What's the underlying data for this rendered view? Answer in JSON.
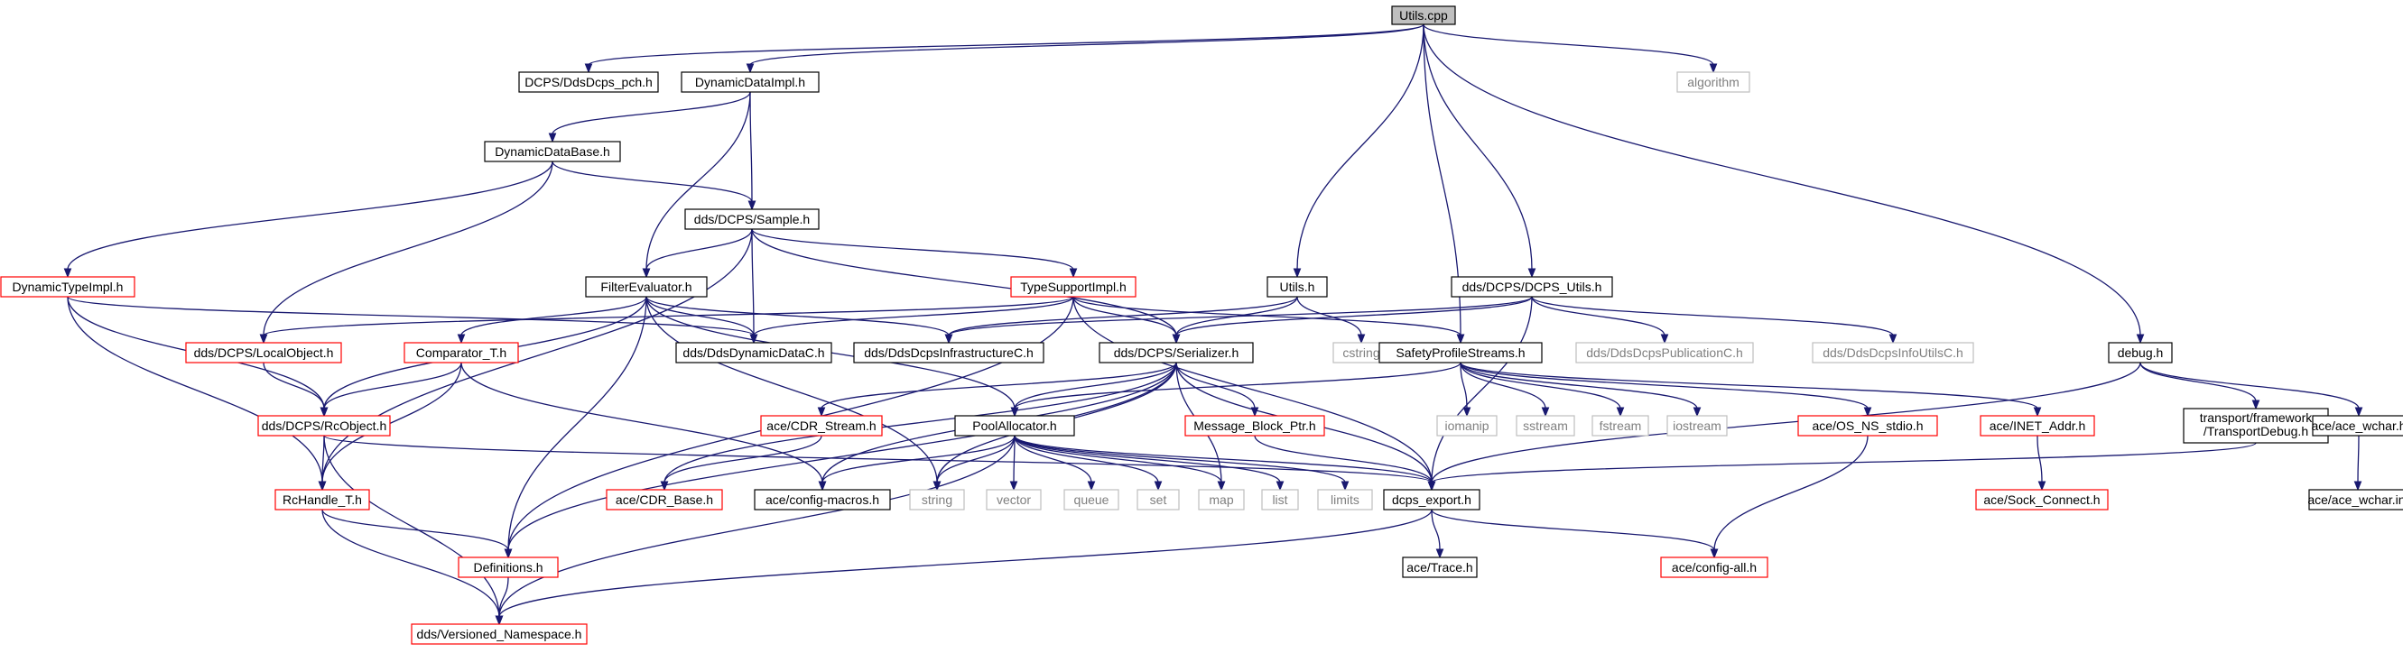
{
  "colors": {
    "edge": "#191970",
    "normal_border": "#000000",
    "incomplete_border": "#ff0000",
    "external_border": "#bfbfbf",
    "root_fill": "#bfbfbf",
    "external_text": "#7f7f7f"
  },
  "nodes": {
    "utils_cpp": "Utils.cpp",
    "ddsdcps_pch": "DCPS/DdsDcps_pch.h",
    "dynamicdataimpl": "DynamicDataImpl.h",
    "algorithm": "algorithm",
    "dynamicdatabase": "DynamicDataBase.h",
    "sample": "dds/DCPS/Sample.h",
    "dynamictypeimpl": "DynamicTypeImpl.h",
    "filterevaluator": "FilterEvaluator.h",
    "typesupportimpl": "TypeSupportImpl.h",
    "utils_h": "Utils.h",
    "dcps_utils": "dds/DCPS/DCPS_Utils.h",
    "debug": "debug.h",
    "localobject": "dds/DCPS/LocalObject.h",
    "comparator": "Comparator_T.h",
    "ddsdynamicdatac": "dds/DdsDynamicDataC.h",
    "infrastructurec": "dds/DdsDcpsInfrastructureC.h",
    "serializer": "dds/DCPS/Serializer.h",
    "cstring": "cstring",
    "safetyprofilestreams": "SafetyProfileStreams.h",
    "publicationc": "dds/DdsDcpsPublicationC.h",
    "infoutilsc": "dds/DdsDcpsInfoUtilsC.h",
    "rcobject": "dds/DCPS/RcObject.h",
    "cdr_stream": "ace/CDR_Stream.h",
    "poolallocator": "PoolAllocator.h",
    "message_block_ptr": "Message_Block_Ptr.h",
    "iomanip": "iomanip",
    "sstream": "sstream",
    "fstream": "fstream",
    "iostream": "iostream",
    "os_ns_stdio": "ace/OS_NS_stdio.h",
    "inet_addr": "ace/INET_Addr.h",
    "transportdebug": [
      "transport/framework",
      "/TransportDebug.h"
    ],
    "ace_wchar": "ace/ace_wchar.h",
    "rchandle": "RcHandle_T.h",
    "cdr_base": "ace/CDR_Base.h",
    "config_macros": "ace/config-macros.h",
    "string": "string",
    "vector": "vector",
    "queue": "queue",
    "set": "set",
    "map": "map",
    "list": "list",
    "limits": "limits",
    "dcps_export": "dcps_export.h",
    "sock_connect": "ace/Sock_Connect.h",
    "ace_wchar_inl": "ace/ace_wchar.inl",
    "definitions": "Definitions.h",
    "trace": "ace/Trace.h",
    "config_all": "ace/config-all.h",
    "versioned_namespace": "dds/Versioned_Namespace.h"
  }
}
